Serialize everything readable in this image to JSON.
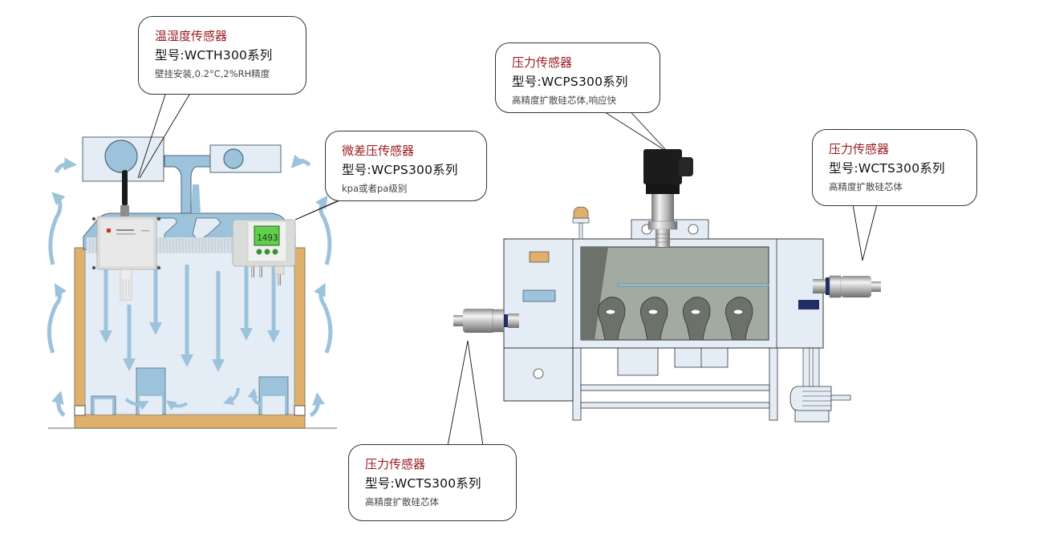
{
  "colors": {
    "title_red": "#9b1c22",
    "airflow_blue": "#9dc3dc",
    "chamber_fill": "#e4edf6",
    "wood_frame": "#deb06b",
    "machine_window": "#a2aba1",
    "indicator_dark_blue": "#1f2f66"
  },
  "callouts": [
    {
      "id": "temp-humidity-sensor",
      "title": "温湿度传感器",
      "model": "型号:WCTH300系列",
      "desc": "壁挂安装,0.2°C,2%RH精度"
    },
    {
      "id": "micro-diff-pressure-sensor",
      "title": "微差压传感器",
      "model": "型号:WCPS300系列",
      "desc": "kpa或者pa级别"
    },
    {
      "id": "pressure-sensor-top",
      "title": "压力传感器",
      "model": "型号:WCPS300系列",
      "desc": "高精度扩散硅芯体,响应快"
    },
    {
      "id": "pressure-sensor-right",
      "title": "压力传感器",
      "model": "型号:WCTS300系列",
      "desc": "高精度扩散硅芯体"
    },
    {
      "id": "pressure-sensor-left",
      "title": "压力传感器",
      "model": "型号:WCTS300系列",
      "desc": "高精度扩散硅芯体"
    }
  ],
  "devices": {
    "diff_pressure_display": "1493"
  }
}
